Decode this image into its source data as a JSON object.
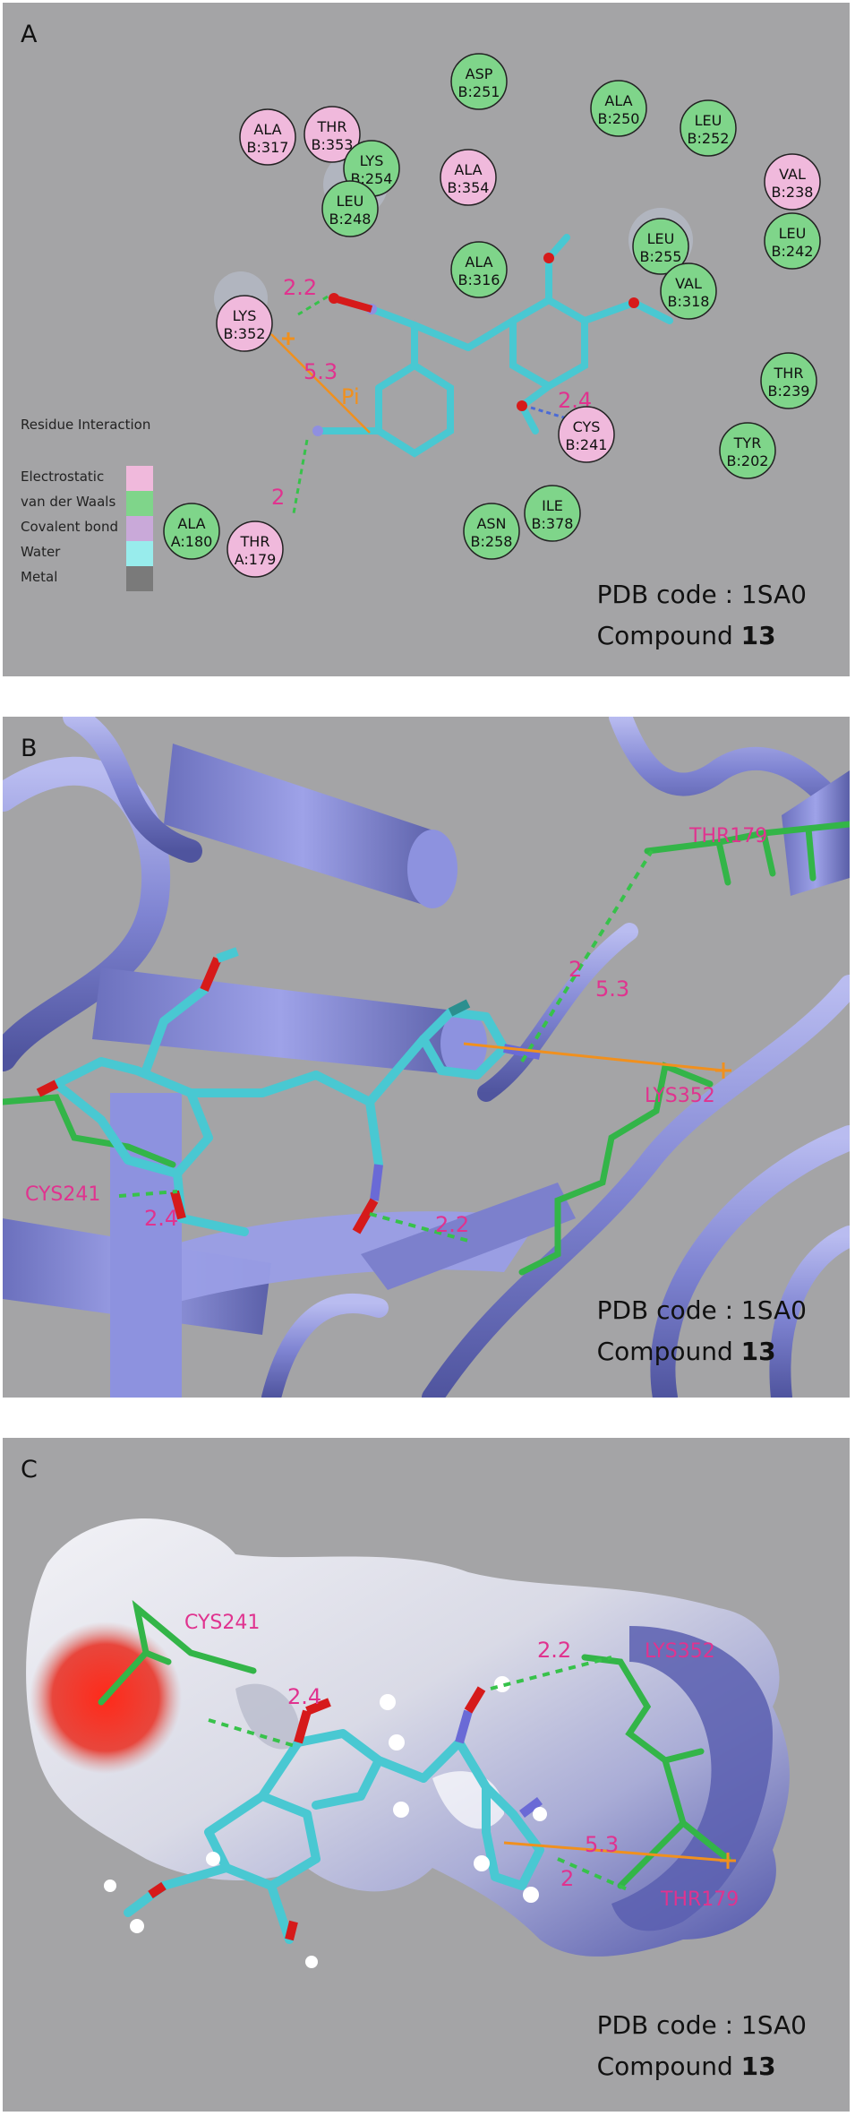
{
  "panels": [
    {
      "label": "A",
      "pdb_text": "PDB code : 1SA0",
      "compound_prefix": "Compound ",
      "compound_number": "13"
    },
    {
      "label": "B",
      "pdb_text": "PDB code : 1SA0",
      "compound_prefix": "Compound ",
      "compound_number": "13"
    },
    {
      "label": "C",
      "pdb_text": "PDB code : 1SA0",
      "compound_prefix": "Compound ",
      "compound_number": "13"
    }
  ],
  "legend": {
    "title": "Residue Interaction",
    "items": [
      "Electrostatic",
      "van der Waals",
      "Covalent bond",
      "Water",
      "Metal"
    ],
    "colors": [
      "#f0b9dc",
      "#7fd58a",
      "#c9a9d9",
      "#98ecec",
      "#7a7a7a"
    ]
  },
  "residues": [
    {
      "name": "ALA",
      "id": "B:317",
      "type": "electrostatic"
    },
    {
      "name": "THR",
      "id": "B:353",
      "type": "electrostatic"
    },
    {
      "name": "LYS",
      "id": "B:254",
      "type": "vdw"
    },
    {
      "name": "LEU",
      "id": "B:248",
      "type": "vdw"
    },
    {
      "name": "ASP",
      "id": "B:251",
      "type": "vdw"
    },
    {
      "name": "ALA",
      "id": "B:354",
      "type": "electrostatic"
    },
    {
      "name": "ALA",
      "id": "B:250",
      "type": "vdw"
    },
    {
      "name": "LEU",
      "id": "B:252",
      "type": "vdw"
    },
    {
      "name": "VAL",
      "id": "B:238",
      "type": "electrostatic"
    },
    {
      "name": "LEU",
      "id": "B:242",
      "type": "vdw"
    },
    {
      "name": "ALA",
      "id": "B:316",
      "type": "vdw"
    },
    {
      "name": "LEU",
      "id": "B:255",
      "type": "vdw"
    },
    {
      "name": "VAL",
      "id": "B:318",
      "type": "vdw"
    },
    {
      "name": "LYS",
      "id": "B:352",
      "type": "electrostatic"
    },
    {
      "name": "THR",
      "id": "B:239",
      "type": "vdw"
    },
    {
      "name": "CYS",
      "id": "B:241",
      "type": "electrostatic"
    },
    {
      "name": "TYR",
      "id": "B:202",
      "type": "vdw"
    },
    {
      "name": "ALA",
      "id": "A:180",
      "type": "vdw"
    },
    {
      "name": "THR",
      "id": "A:179",
      "type": "electrostatic"
    },
    {
      "name": "ASN",
      "id": "B:258",
      "type": "vdw"
    },
    {
      "name": "ILE",
      "id": "B:378",
      "type": "vdw"
    }
  ],
  "interactions_a": {
    "hbond_lys": "2.2",
    "pi_cation": "5.3",
    "pi_label": "Pi",
    "hbond_cys": "2.4",
    "hbond_thr": "2"
  },
  "labels_b": {
    "thr": "THR179",
    "lys": "LYS352",
    "cys": "CYS241",
    "d_thr": "2",
    "d_pi": "5.3",
    "d_cys": "2.4",
    "d_lys": "2.2"
  },
  "labels_c": {
    "cys": "CYS241",
    "lys": "LYS352",
    "thr": "THR179",
    "d_cys": "2.4",
    "d_lys": "2.2",
    "d_pi": "5.3",
    "d_thr": "2"
  },
  "colors": {
    "electrostatic": "#f0b9dc",
    "vdw": "#7fd58a",
    "ligand": "#49c8d2",
    "oxygen": "#d61a1a",
    "nitrogen": "#6a6ad6",
    "residue_stick": "#33b548",
    "distance": "#e0338f",
    "pi": "#f0901e",
    "ribbon": "#8a8ed8",
    "background": "#a4a4a6"
  }
}
